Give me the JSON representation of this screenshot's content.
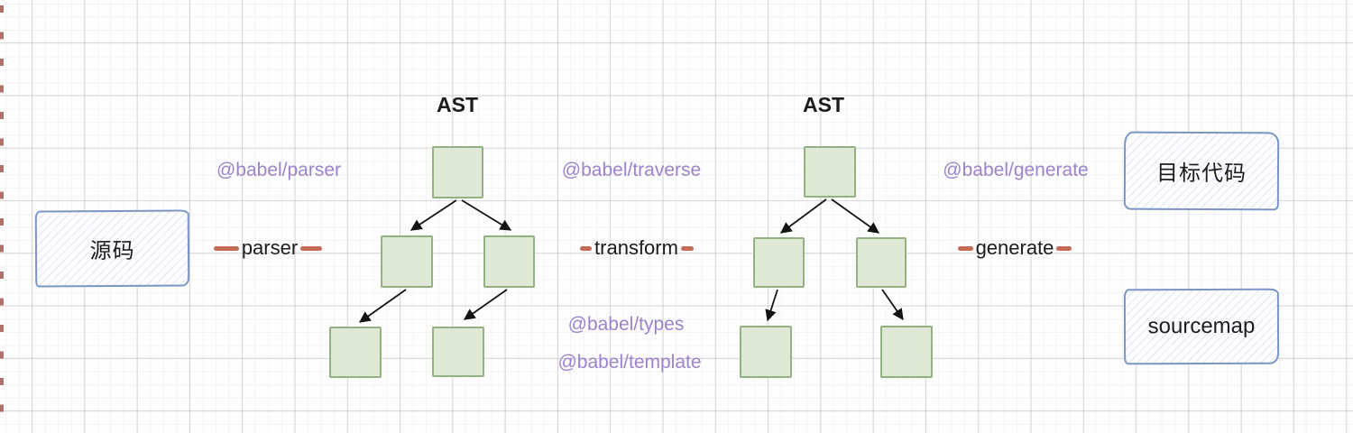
{
  "boxes": {
    "source": "源码",
    "target": "目标代码",
    "sourcemap": "sourcemap"
  },
  "steps": {
    "parser": "parser",
    "transform": "transform",
    "generate": "generate"
  },
  "trees": {
    "first_title": "AST",
    "second_title": "AST"
  },
  "packages": {
    "parser": "@babel/parser",
    "traverse": "@babel/traverse",
    "types": "@babel/types",
    "template": "@babel/template",
    "generate": "@babel/generate"
  },
  "colors": {
    "node_fill": "#dfe9d5",
    "node_border": "#93b183",
    "box_border": "#7b96c5",
    "package_text": "#9c83cb",
    "dash": "#c56a55",
    "label_text": "#1c1c1c"
  }
}
